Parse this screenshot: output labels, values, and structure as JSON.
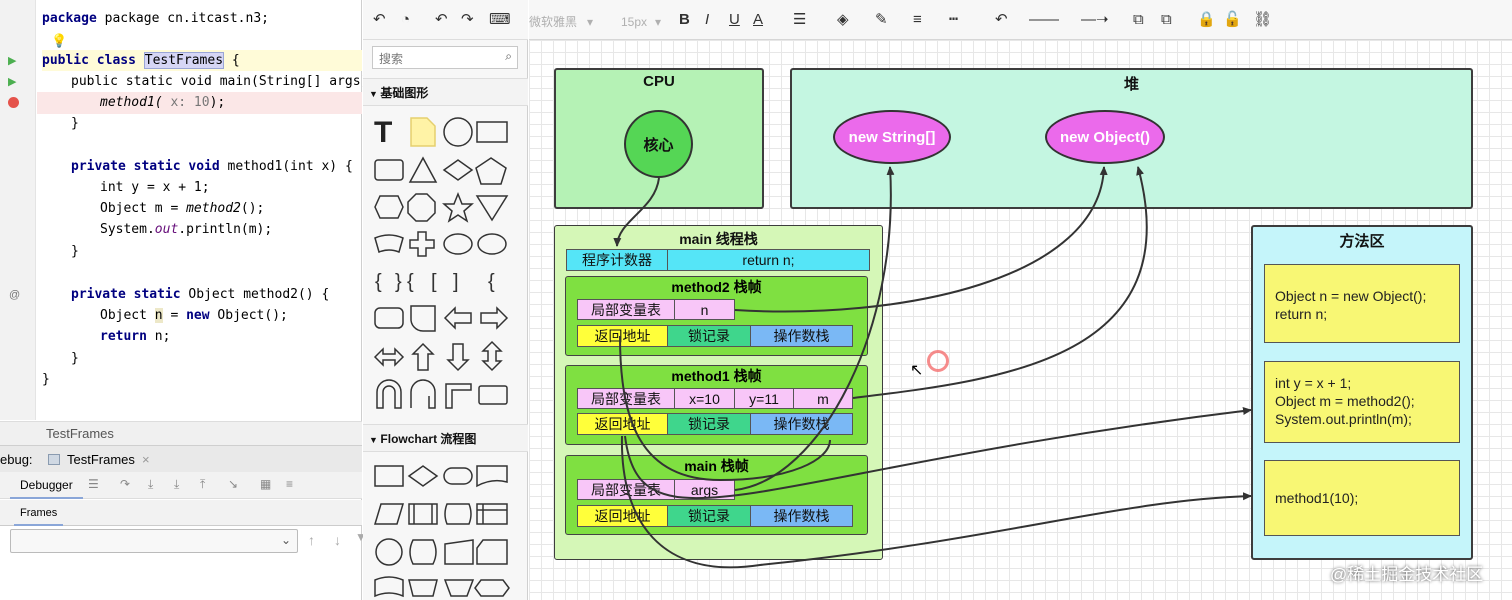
{
  "code": {
    "line1": "package cn.itcast.n3;",
    "class_kw": "public class ",
    "class_name": "TestFrames",
    "class_brace": " {",
    "main_sig": "public static void main(String[] args) {",
    "main_call": "method1(",
    "main_hint": " x: 10",
    "main_end": ");",
    "close1": "}",
    "m1_kw": "private static void ",
    "m1_rest": "method1(int x) {",
    "m1_l1": "int y = x + 1;",
    "m1_l2_pre": "Object m = ",
    "m1_l2_call": "method2",
    "m1_l2_post": "();",
    "m1_l3_pre": "System.",
    "m1_l3_out": "out",
    "m1_l3_post": ".println(m);",
    "close2": "}",
    "m2_kw": "private static ",
    "m2_rest": "Object method2() {",
    "m2_l1_pre": "Object ",
    "m2_l1_n": "n",
    "m2_l1_mid": " = ",
    "m2_l1_new": "new",
    "m2_l1_post": " Object();",
    "m2_l2_kw": "return",
    "m2_l2_post": " n;",
    "close3": "}",
    "close4": "}"
  },
  "ide": {
    "file_tab": "TestFrames",
    "debug_label": "ebug:",
    "debug_tab": "TestFrames",
    "debugger_tab": "Debugger",
    "frames_tab": "Frames"
  },
  "palette": {
    "search_placeholder": "搜索",
    "section1": "基础图形",
    "section2": "Flowchart 流程图"
  },
  "toolbar": {
    "font_family": "微软雅黑",
    "font_size": "15px"
  },
  "diagram": {
    "cpu_title": "CPU",
    "core_label": "核心",
    "heap_title": "堆",
    "heap_obj1": "new String[]",
    "heap_obj2": "new Object()",
    "stack_title": "main 线程栈",
    "pc_label": "程序计数器",
    "pc_value": "return n;",
    "frame_method2_title": "method2 栈帧",
    "frame_method1_title": "method1 栈帧",
    "frame_main_title": "main 栈帧",
    "locals_label": "局部变量表",
    "return_addr": "返回地址",
    "lock_record": "锁记录",
    "operand_stack": "操作数栈",
    "m2_var_n": "n",
    "m1_var_x": "x=10",
    "m1_var_y": "y=11",
    "m1_var_m": "m",
    "main_var_args": "args",
    "method_area_title": "方法区",
    "method_code1": "Object n = new Object();\nreturn n;",
    "method_code2": "int y = x + 1;\nObject m = method2();\nSystem.out.println(m);",
    "method_code3": "method1(10);"
  },
  "colors": {
    "cpu_bg": "#b5f2b5",
    "heap_bg": "#c4f6e1",
    "stack_bg": "#d5f7b7",
    "frame_bg": "#7fe041",
    "method_area_bg": "#c5f5fa",
    "ellipse_core": "#55d655",
    "ellipse_heap": "#eb6aeb"
  },
  "watermark": "@稀土掘金技术社区"
}
